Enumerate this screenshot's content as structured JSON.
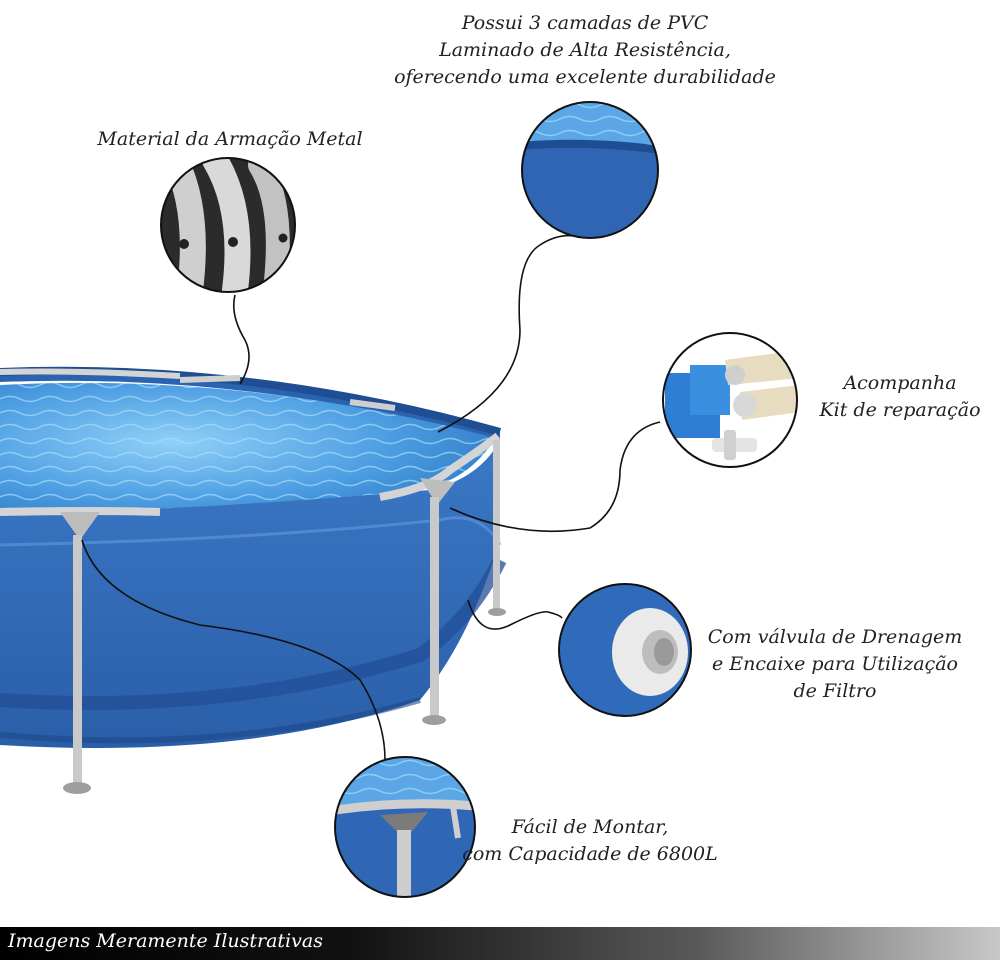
{
  "callouts": {
    "pvc": {
      "lines": [
        "Possui 3 camadas de PVC",
        "Laminado de Alta Resistência,",
        "oferecendo uma excelente durabilidade"
      ],
      "icon": "pvc-wall-detail-icon"
    },
    "metal": {
      "lines": [
        "Material da Armação Metal"
      ],
      "icon": "metal-tubes-detail-icon"
    },
    "kit": {
      "lines": [
        "Acompanha",
        "Kit de reparação"
      ],
      "icon": "repair-kit-detail-icon"
    },
    "valve": {
      "lines": [
        "Com válvula de Drenagem",
        "e Encaixe para Utilização",
        "de Filtro"
      ],
      "icon": "drain-valve-detail-icon"
    },
    "mount": {
      "lines": [
        "Fácil de Montar,",
        "com Capacidade de 6800L"
      ],
      "icon": "leg-joint-detail-icon"
    }
  },
  "footer": {
    "text": "Imagens Meramente Ilustrativas"
  },
  "colors": {
    "pool_blue": "#2f67b5",
    "pool_dark": "#1f4e93",
    "water": "#5aa6e6",
    "frame": "#d8d8d8",
    "ink": "#111111"
  }
}
